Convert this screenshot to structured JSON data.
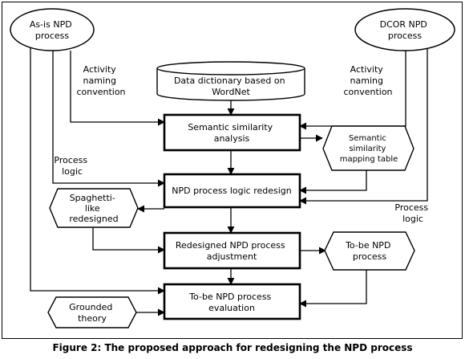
{
  "nodes": {
    "as_is": [
      "As-is NPD",
      "process"
    ],
    "dcor": [
      "DCOR NPD",
      "process"
    ],
    "data_dictionary": [
      "Data dictionary based on",
      "WordNet"
    ],
    "semantic_analysis": [
      "Semantic similarity",
      "analysis"
    ],
    "mapping_table": [
      "Semantic",
      "similarity",
      "mapping table"
    ],
    "logic_redesign": [
      "NPD process logic redesign"
    ],
    "spaghetti": [
      "Spaghetti-",
      "like",
      "redesigned"
    ],
    "adjustment": [
      "Redesigned NPD process",
      "adjustment"
    ],
    "to_be": [
      "To-be NPD",
      "process"
    ],
    "evaluation": [
      "To-be NPD process",
      "evaluation"
    ],
    "grounded": [
      "Grounded",
      "theory"
    ]
  },
  "edge_labels": {
    "naming_left": [
      "Activity",
      "naming",
      "convention"
    ],
    "naming_right": [
      "Activity",
      "naming",
      "convention"
    ],
    "logic_left": [
      "Process",
      "logic"
    ],
    "logic_right": [
      "Process",
      "logic"
    ]
  },
  "caption": "Figure 2: The proposed approach for redesigning the NPD process"
}
